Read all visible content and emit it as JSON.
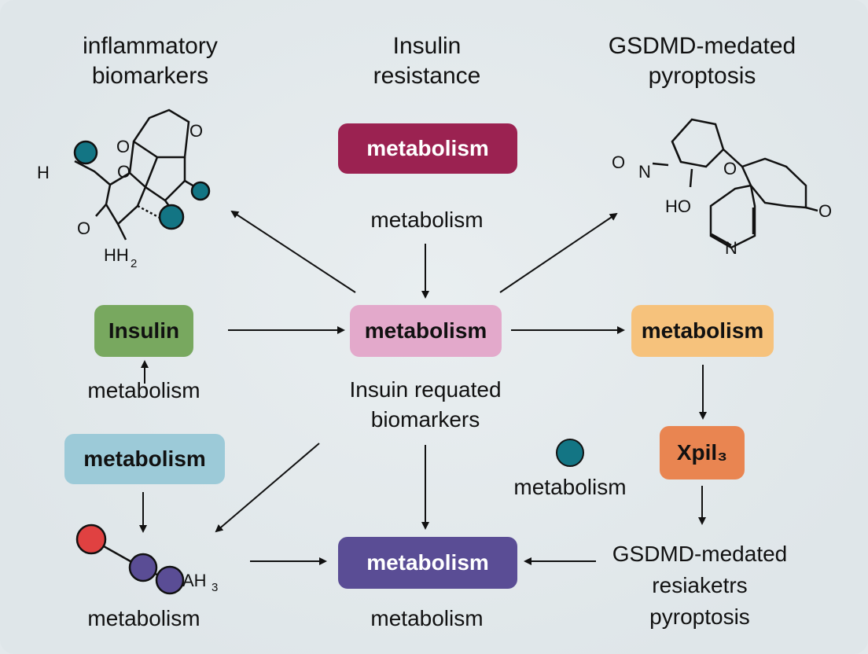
{
  "headings": {
    "left": [
      "inflammatory",
      "biomarkers"
    ],
    "center": [
      "Insulin",
      "resistance"
    ],
    "right": [
      "GSDMD-medated",
      "pyroptosis"
    ]
  },
  "boxes": {
    "top_center": {
      "label": "metabolism",
      "color": "#9b2251",
      "text_color": "#ffffff"
    },
    "insulin": {
      "label": "Insulin",
      "color": "#78a85f",
      "text_color": "#111111"
    },
    "center": {
      "label": "metabolism",
      "color": "#e3a9cb",
      "text_color": "#111111"
    },
    "right_mid": {
      "label": "metabolism",
      "color": "#f6c27c",
      "text_color": "#111111"
    },
    "left_low": {
      "label": "metabolism",
      "color": "#9ccad8",
      "text_color": "#111111"
    },
    "xpil": {
      "label": "Xpil₃",
      "color": "#e98551",
      "text_color": "#111111"
    },
    "bottom_center": {
      "label": "metabolism",
      "color": "#5a4d95",
      "text_color": "#ffffff"
    }
  },
  "labels": {
    "below_top_box": "metabolism",
    "below_insulin": "metabolism",
    "center_caption": [
      "Insuin requated",
      "biomarkers"
    ],
    "teal_dot_label": "metabolism",
    "bottom_left": "metabolism",
    "bottom_center": "metabolism",
    "bottom_right": [
      "GSDMD-medated",
      "resiaketrs",
      "pyroptosis"
    ]
  },
  "molecule_left": {
    "atoms": {
      "h": "H",
      "o_top": "O",
      "o_ring": "O",
      "o_ring2": "O",
      "o_left": "O",
      "nh": "HH",
      "nh_sub": "2"
    }
  },
  "molecule_right": {
    "atoms": {
      "o_n": "O",
      "n": "N",
      "o_bridge": "O",
      "oh": "HO",
      "o_right": "O",
      "n_ring": "N"
    }
  },
  "molecule_bottom": {
    "atoms": {
      "ah": "AH",
      "ah_sub": "3"
    }
  },
  "colors": {
    "teal": "#137584",
    "red": "#e04141",
    "purple": "#5a4d95",
    "arrow": "#111111"
  }
}
